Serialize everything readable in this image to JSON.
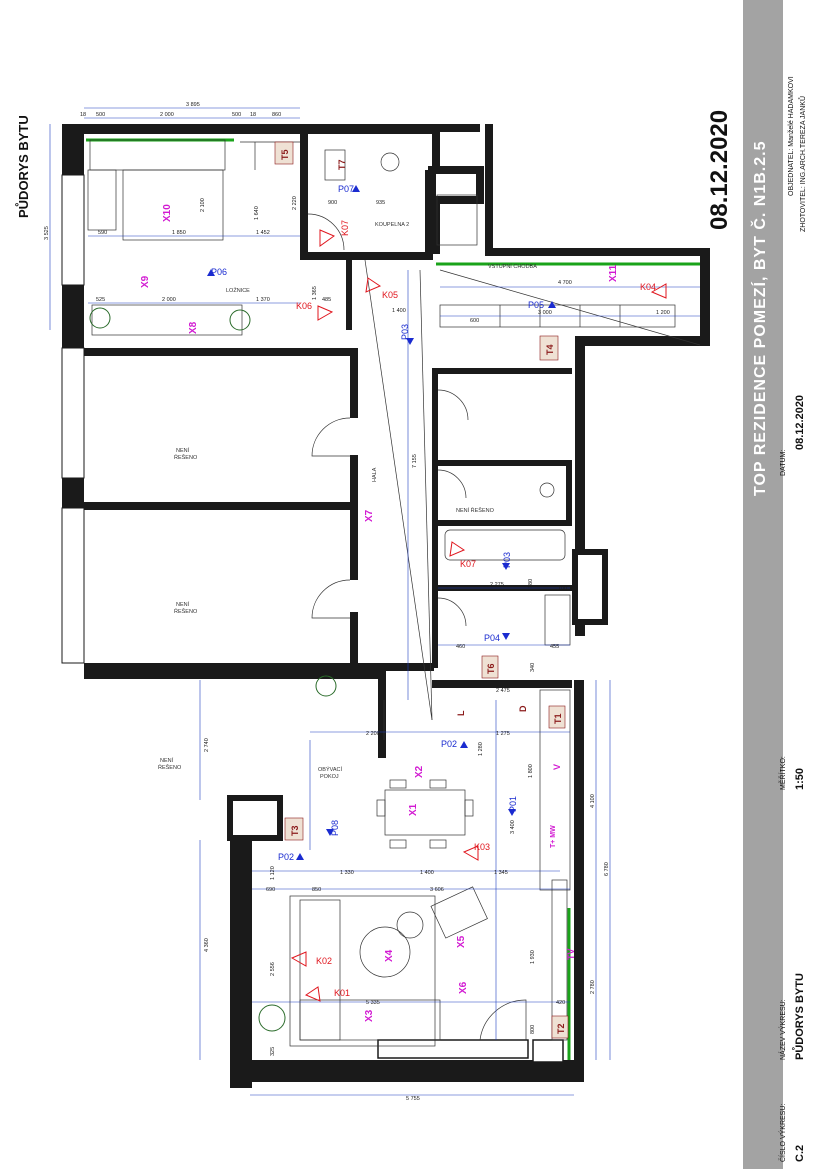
{
  "page_title": "PŮDORYS BYTU",
  "date_big": "08.12.2020",
  "project_title": "TOP REZIDENCE POMEZÍ, BYT Č. N1B.2.5",
  "client": "OBJEDNATEL: Manželé HADAMKOVI",
  "author": "ZHOTOVITEL: ING.ARCH.TEREZA JANKŮ",
  "date_label": "DATUM:",
  "date_value": "08.12.2020",
  "scale_label": "MĚŘÍTKO:",
  "scale_value": "1:50",
  "drawing_name_label": "NÁZEV VÝKRESU:",
  "drawing_name_value": "PŮDORYS BYTU",
  "drawing_no_label": "ČÍSLO VÝKRESU:",
  "drawing_no_value": "C.2",
  "rooms": {
    "lozince": "LOŽNICE",
    "koupelna": "KOUPELNA 2",
    "chodba": "VSTUPNÍ CHODBA",
    "hala": "HALA",
    "obyvaci_1": "OBÝVACÍ",
    "obyvaci_2": "POKOJ",
    "neni": "NENÍ",
    "reseno": "ŘEŠENO",
    "neni_reseno": "NENÍ ŘEŠENO"
  },
  "furniture": {
    "x1": "X1",
    "x2": "X2",
    "x3": "X3",
    "x4": "X4",
    "x5": "X5",
    "x6": "X6",
    "x7": "X7",
    "x8": "X8",
    "x9": "X9",
    "x10": "X10",
    "x11": "X11",
    "t1": "T1",
    "t2": "T2",
    "t3": "T3",
    "t4": "T4",
    "t5": "T5",
    "t6": "T6",
    "t7": "T7",
    "tv": "TV",
    "tmw": "T+ MW",
    "v": "V",
    "l": "L",
    "d": "D"
  },
  "cameras": {
    "k01": "K01",
    "k02": "K02",
    "k03": "K03",
    "k04": "K04",
    "k05": "K05",
    "k06": "K06",
    "k07a": "K07",
    "k07b": "K07"
  },
  "points": {
    "p01": "P01",
    "p02a": "P02",
    "p02b": "P02",
    "p03a": "P03",
    "p03b": "P03",
    "p04": "P04",
    "p05": "P05",
    "p06": "P06",
    "p07": "P07",
    "p08": "P08"
  },
  "dims": {
    "d3895": "3 895",
    "d18a": "18",
    "d500a": "500",
    "d2000a": "2 000",
    "d500b": "500",
    "d18b": "18",
    "d860": "860",
    "d3525": "3 525",
    "d590": "590",
    "d1850": "1 850",
    "d1452": "1 452",
    "d2100": "2 100",
    "d1640": "1 640",
    "d2220": "2 220",
    "d525": "525",
    "d2000b": "2 000",
    "d1370": "1 370",
    "d1365": "1 365",
    "d485": "485",
    "d1400a": "1 400",
    "d900": "900",
    "d935": "935",
    "d4700": "4 700",
    "d1200": "1 200",
    "d600": "600",
    "d3000": "3 000",
    "d7155": "7 155",
    "d2275": "2 275",
    "d2475": "2 475",
    "d2200": "2 200",
    "d1275": "1 275",
    "d1280": "1 280",
    "d2740": "2 740",
    "d1330": "1 330",
    "d1400b": "1 400",
    "d1345": "1 345",
    "d3606": "3 606",
    "d850": "850",
    "d690": "690",
    "d5335": "5 335",
    "d4360": "4 360",
    "d5755": "5 755",
    "d4100": "4 100",
    "d6780": "6 780",
    "d2780": "2 780",
    "d2556": "2 556",
    "d1930": "1 930",
    "d420": "420",
    "d800": "800",
    "d380": "380",
    "d100": "100",
    "d460": "460",
    "d340": "340",
    "d455": "455",
    "d1800": "1 800",
    "d3400": "3 400",
    "d1120": "1 120",
    "d325": "325"
  },
  "colors": {
    "wall": "#000000",
    "dim": "#1f3fbf",
    "furniture_label": "#d21ad2",
    "camera": "#e0161e",
    "point": "#1a2bd0",
    "green_edge": "#1aa31a",
    "titlebar": "#a3a3a3"
  }
}
